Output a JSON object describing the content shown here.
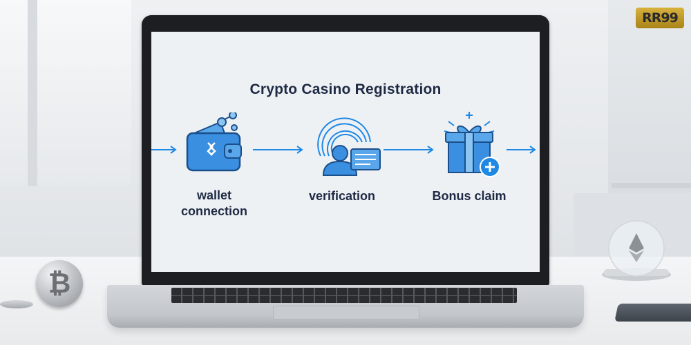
{
  "logo": {
    "text": "RR99"
  },
  "screen": {
    "title": "Crypto Casino Registration",
    "steps": [
      {
        "label_line1": "wallet",
        "label_line2": "connection",
        "icon": "wallet-icon"
      },
      {
        "label_line1": "verification",
        "label_line2": "",
        "icon": "fingerprint-id-icon"
      },
      {
        "label_line1": "Bonus claim",
        "label_line2": "",
        "icon": "gift-box-icon"
      }
    ]
  },
  "props": {
    "coin_symbol": "₿",
    "globe_icon": "ethereum-icon"
  },
  "colors": {
    "accent_blue": "#1e88e5",
    "icon_fill": "#3b8fe0",
    "title_navy": "#1e2a44",
    "logo_gold": "#c9a22d"
  }
}
